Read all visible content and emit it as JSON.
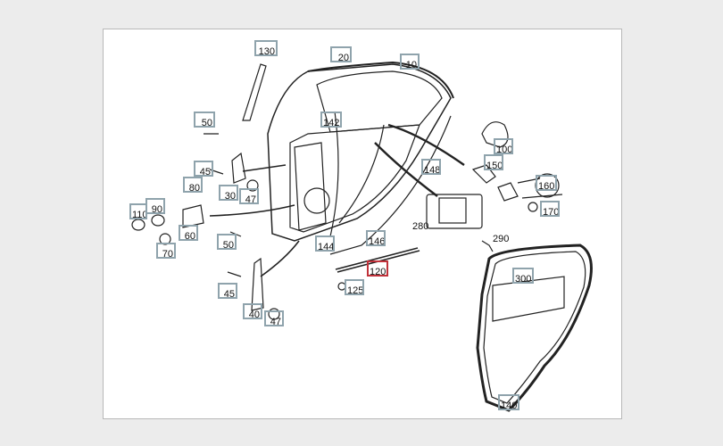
{
  "colors": {
    "label_border": "#8fa3ac",
    "selected_border": "#c0313a",
    "background": "#ececec"
  },
  "selected_part": "120",
  "labels": {
    "p130": "130",
    "p20": "20",
    "p10": "10",
    "p142": "142",
    "p50a": "50",
    "p45a": "45",
    "p80": "80",
    "p30": "30",
    "p47a": "47",
    "p110": "110",
    "p90": "90",
    "p60": "60",
    "p70": "70",
    "p50b": "50",
    "p45b": "45",
    "p40": "40",
    "p47b": "47",
    "p144": "144",
    "p146": "146",
    "p148": "148",
    "p100": "100",
    "p150": "150",
    "p160": "160",
    "p170": "170",
    "p280": "280",
    "p290": "290",
    "p120": "120",
    "p125": "125",
    "p300": "300",
    "p140": "140"
  }
}
